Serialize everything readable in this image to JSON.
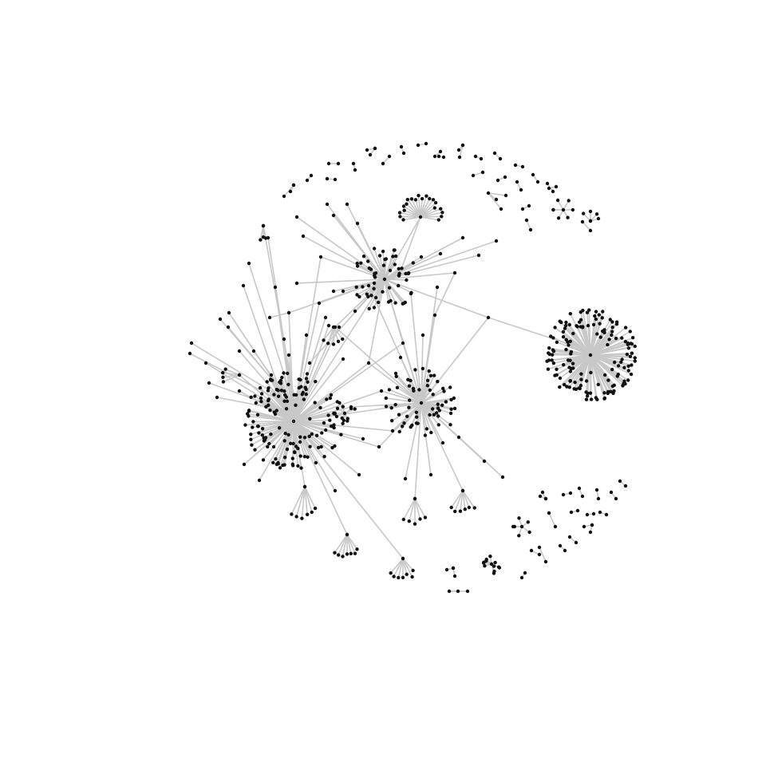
{
  "chart_data": {
    "type": "network",
    "title": "",
    "layout": "force-directed",
    "edge_color": "#c8c8c8",
    "node_color": "#111111",
    "background": "#ffffff",
    "node_labels_shown": false,
    "components": [
      {
        "id": "hub-left",
        "kind": "hub",
        "leaf_count": 140
      },
      {
        "id": "hub-right",
        "kind": "hub",
        "leaf_count": 150
      },
      {
        "id": "hub-center",
        "kind": "hub",
        "leaf_count": 60
      },
      {
        "id": "hub-top",
        "kind": "hub",
        "leaf_count": 55
      },
      {
        "id": "hub-small-top",
        "kind": "hub",
        "leaf_count": 20
      },
      {
        "id": "hub-mini-top-right",
        "kind": "star",
        "leaf_count": 7
      },
      {
        "id": "hub-mini-bottom",
        "kind": "star",
        "leaf_count": 8
      },
      {
        "id": "hub-mini-bottom-2",
        "kind": "star",
        "leaf_count": 12
      }
    ]
  }
}
